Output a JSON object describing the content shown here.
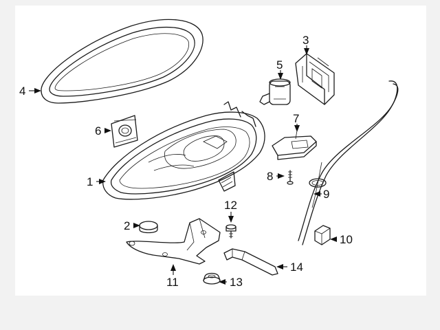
{
  "diagram": {
    "callouts": [
      {
        "id": "1",
        "label": "1"
      },
      {
        "id": "2",
        "label": "2"
      },
      {
        "id": "3",
        "label": "3"
      },
      {
        "id": "4",
        "label": "4"
      },
      {
        "id": "5",
        "label": "5"
      },
      {
        "id": "6",
        "label": "6"
      },
      {
        "id": "7",
        "label": "7"
      },
      {
        "id": "8",
        "label": "8"
      },
      {
        "id": "9",
        "label": "9"
      },
      {
        "id": "10",
        "label": "10"
      },
      {
        "id": "11",
        "label": "11"
      },
      {
        "id": "12",
        "label": "12"
      },
      {
        "id": "13",
        "label": "13"
      },
      {
        "id": "14",
        "label": "14"
      }
    ]
  },
  "colors": {
    "line": "#1a1a1a",
    "background": "#ffffff",
    "frame": "#f2f2f2"
  }
}
